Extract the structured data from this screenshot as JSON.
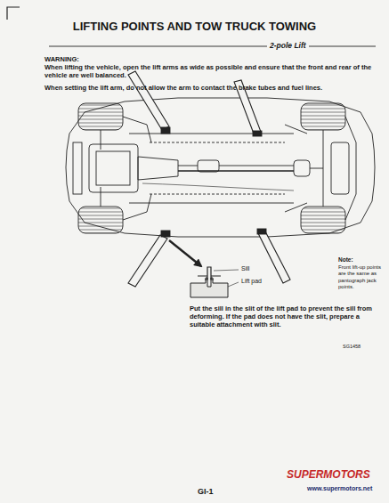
{
  "diagram": {
    "title": "LIFTING POINTS AND TOW TRUCK TOWING",
    "labels": [
      "2-pole Lift",
      "WARNING:",
      "When lifting the vehicle, open the lift arms as wide as possible and ensure that the front and rear of the vehicle are well balanced.",
      "When setting the lift arm, do not allow the arm to contact the brake tubes and fuel lines.",
      "Sill",
      "Lift pad",
      "Note:",
      "Front lift-up points are the same as pantograph jack points.",
      "Put the sill in the slit of the lift pad to prevent the sill from deforming. If the pad does not have the slit, prepare a suitable attachment with slit.",
      "SG1458",
      "GI-1",
      "SUPERMOTORS",
      "www.supermotors.net"
    ]
  }
}
